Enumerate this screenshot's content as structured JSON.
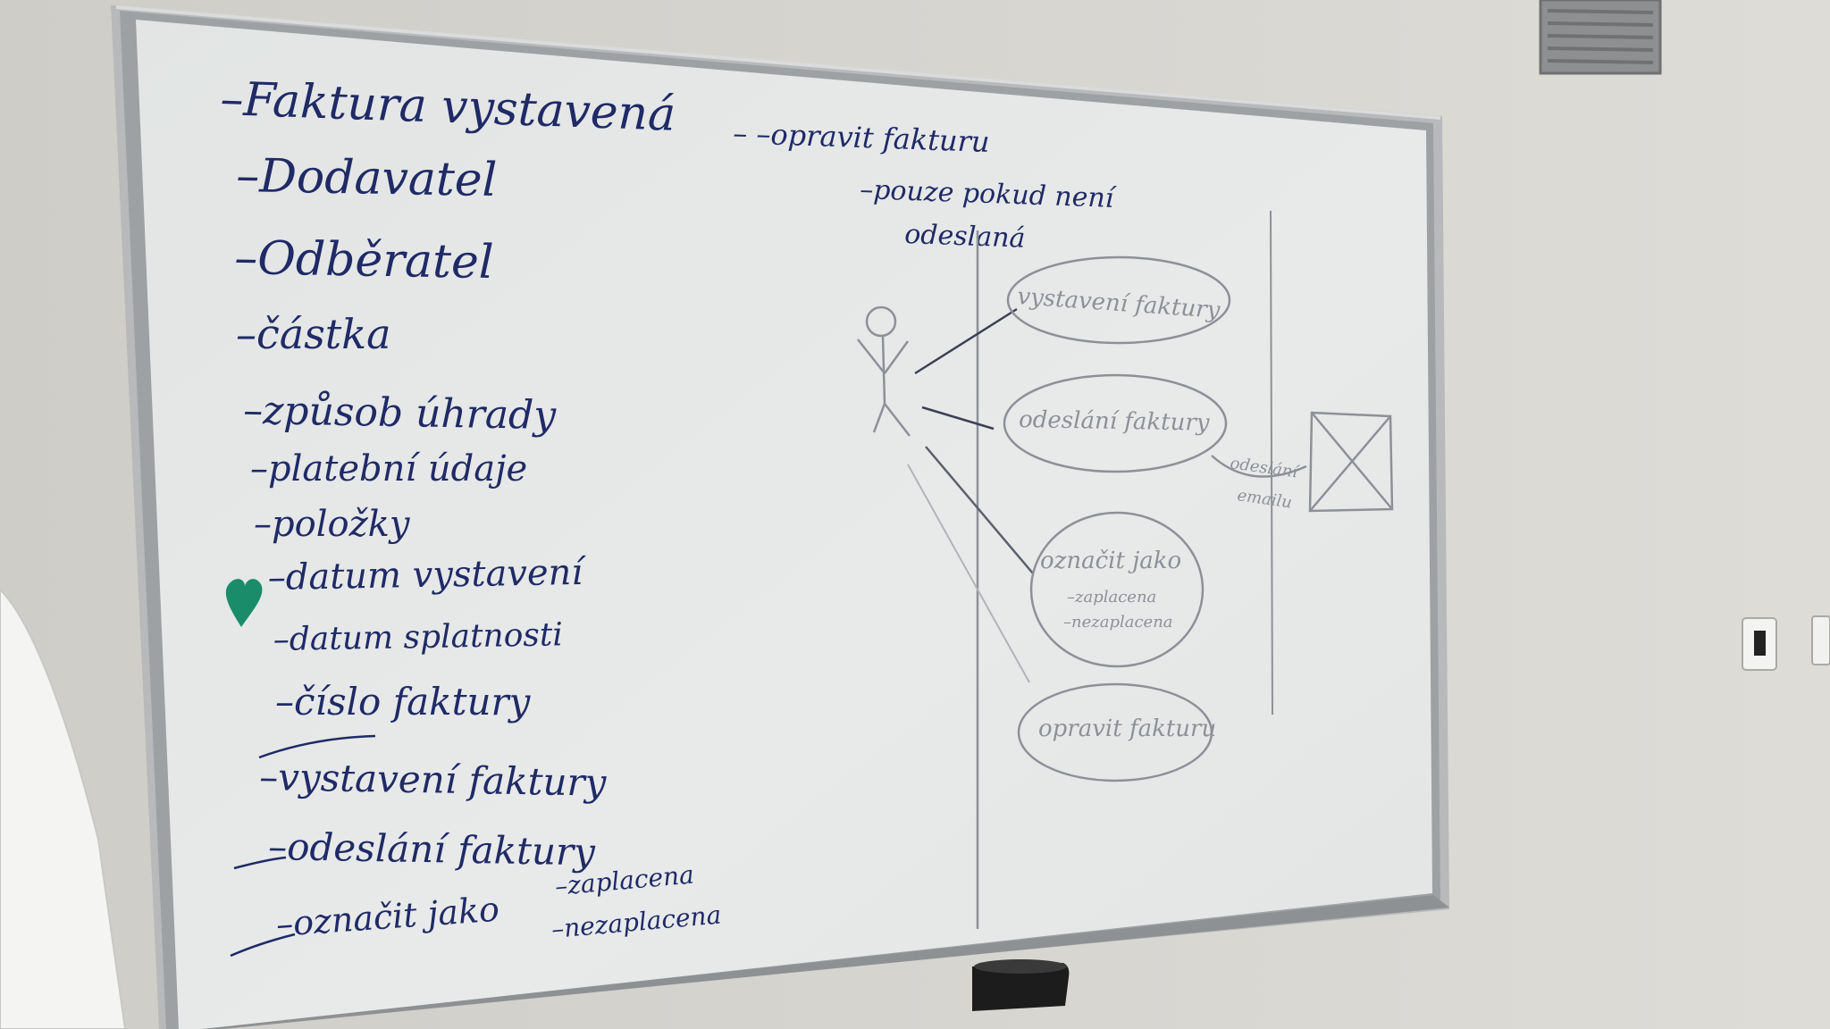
{
  "board": {
    "left_list": [
      {
        "text": "–Faktura vystavená",
        "size": 52
      },
      {
        "text": "–Dodavatel",
        "size": 52
      },
      {
        "text": "–Odběratel",
        "size": 52
      },
      {
        "text": "–částka",
        "size": 46
      },
      {
        "text": "–způsob úhrady",
        "size": 44
      },
      {
        "text": "–platební údaje",
        "size": 40
      },
      {
        "text": "–položky",
        "size": 40
      },
      {
        "text": "–datum vystavení",
        "size": 40
      },
      {
        "text": "–datum splatnosti",
        "size": 36
      },
      {
        "text": "–číslo faktury",
        "size": 42
      },
      {
        "text": "–vystavení faktury",
        "size": 42
      },
      {
        "text": "–odeslání faktury",
        "size": 42
      },
      {
        "text": "–označit jako",
        "size": 38
      }
    ],
    "paid_options": [
      "–zaplacena",
      "–nezaplacena"
    ],
    "right_notes": {
      "line1": "– –opravit fakturu",
      "line2": "–pouze pokud není",
      "line3": "odeslaná"
    },
    "use_cases": [
      {
        "label": "vystavení faktury"
      },
      {
        "label": "odeslání faktury"
      },
      {
        "label": "označit jako",
        "sub": [
          "–zaplacena",
          "–nezaplacena"
        ]
      },
      {
        "label": "opravit fakturu"
      }
    ],
    "external_label": [
      "odeslání",
      "emailu"
    ]
  },
  "colors": {
    "marker_blue": "#1f2a66",
    "pencil_gray": "#8d9097",
    "marker_green": "#1a8c6a",
    "board_surface": "#e5e7e6",
    "wall": "#d9d7d2"
  }
}
